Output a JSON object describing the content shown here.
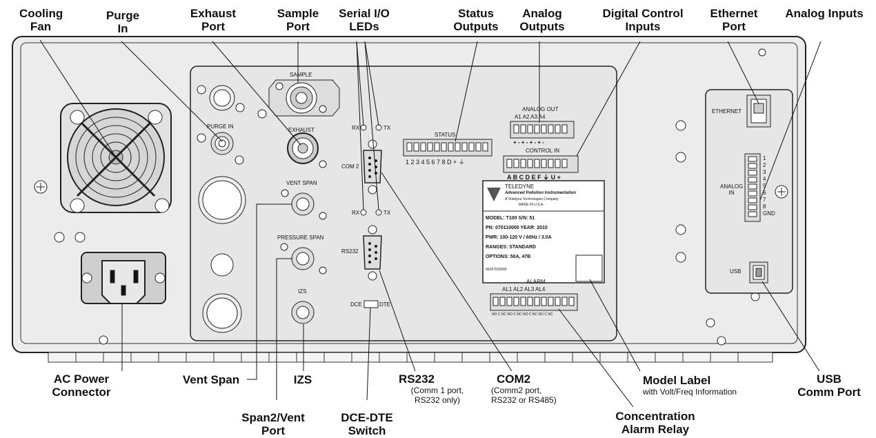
{
  "callouts": {
    "cooling_fan": [
      "Cooling",
      "Fan"
    ],
    "purge_in": [
      "Purge",
      "In"
    ],
    "exhaust_port": [
      "Exhaust",
      "Port"
    ],
    "sample_port": [
      "Sample",
      "Port"
    ],
    "serial_leds": [
      "Serial I/O",
      "LEDs"
    ],
    "status_outputs": [
      "Status",
      "Outputs"
    ],
    "analog_outputs": [
      "Analog",
      "Outputs"
    ],
    "digital_control": [
      "Digital Control",
      "Inputs"
    ],
    "ethernet_port": [
      "Ethernet",
      "Port"
    ],
    "analog_inputs": [
      "Analog Inputs"
    ],
    "ac_power": [
      "AC Power",
      "Connector"
    ],
    "vent_span": [
      "Vent Span"
    ],
    "izs": [
      "IZS"
    ],
    "span2_vent": [
      "Span2/Vent",
      "Port"
    ],
    "dce_dte_switch": [
      "DCE-DTE",
      "Switch"
    ],
    "rs232": {
      "title": "RS232",
      "sub": [
        "(Comm 1 port,",
        "RS232 only)"
      ]
    },
    "com2": {
      "title": "COM2",
      "sub": [
        "(Comm2 port,",
        "RS232 or RS485)"
      ]
    },
    "model_label": {
      "title": "Model Label",
      "sub": "with Volt/Freq Information"
    },
    "concentration_alarm": [
      "Concentration",
      "Alarm Relay"
    ],
    "usb_comm": [
      "USB",
      "Comm Port"
    ]
  },
  "panel": {
    "sample": "SAMPLE",
    "purge_in": "PURGE IN",
    "exhaust": "EXHAUST",
    "vent_span": "VENT SPAN",
    "pressure_span": "PRESSURE SPAN",
    "izs": "IZS",
    "rx": "RX",
    "tx": "TX",
    "com2": "COM 2",
    "rs232": "RS232",
    "dce": "DCE",
    "dte": "DTE",
    "status": "STATUS",
    "status_pins": "1 2 3 4 5 6 7 8 D  +  ⏚",
    "analog_out": "ANALOG OUT",
    "analog_out_channels": "A1   A2   A3   A4",
    "analog_out_polarity": "+  -   +  -   +  -   +  -",
    "control_in": "CONTROL IN",
    "control_pins": "A B C D E F ⏚ U +",
    "alarm": "ALARM",
    "alarm_channels": "AL1    AL2    AL3    AL4",
    "alarm_pins": "NO  C  NC  NO  C  NC  NO  C  NC  NO  C  NC",
    "ethernet": "ETHERNET",
    "analog_in": [
      "ANALOG",
      "IN"
    ],
    "analog_in_pins": [
      "1",
      "2",
      "3",
      "4",
      "5",
      "6",
      "7",
      "8",
      "GND"
    ],
    "usb": "USB"
  },
  "model_label": {
    "brand": "TELEDYNE",
    "brand_line2": "Advanced Pollution Instrumentation",
    "brand_line3": "A Teledyne Technologies Company",
    "brand_line4": "MADE IN U.S.A.",
    "model": "MODEL:  T100    S/N:   51",
    "pn": "PN:  070110000     YEAR:   2010",
    "pwr": "PWR:  100-120 V / 60Hz / 3.0A",
    "ranges": "RANGES:  STANDARD",
    "options": "OPTIONS: 50A, 47B",
    "code": "06267010000"
  }
}
